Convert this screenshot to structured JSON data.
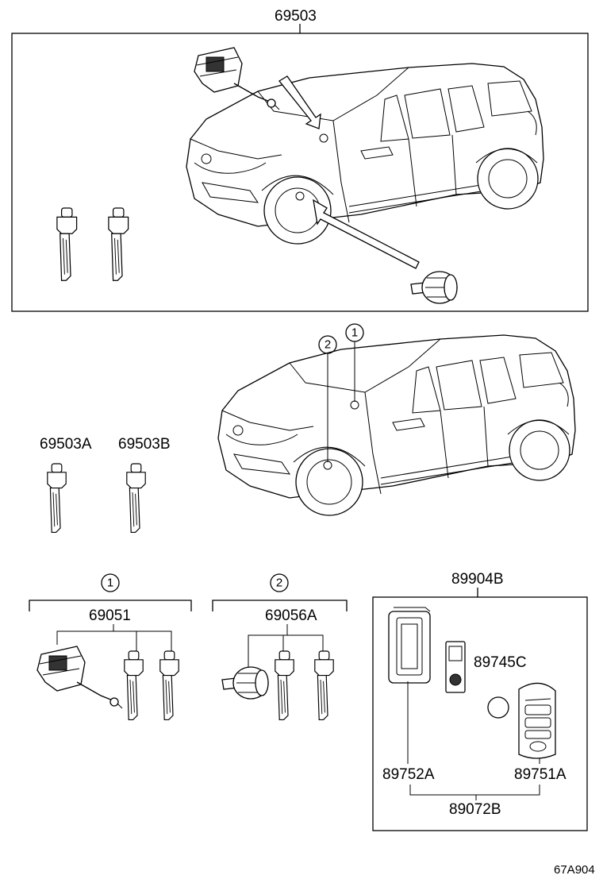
{
  "labels": {
    "top_assembly": "69503",
    "key_a": "69503A",
    "key_b": "69503B",
    "callout_1": "1",
    "callout_2": "2",
    "group_1_part": "69051",
    "group_2_part": "69056A",
    "remote_set": "89904B",
    "battery": "89745C",
    "case": "89752A",
    "transmitter": "89751A",
    "housing_set": "89072B",
    "illustration_code": "67A904"
  },
  "colors": {
    "ink": "#000000",
    "background": "#ffffff"
  }
}
